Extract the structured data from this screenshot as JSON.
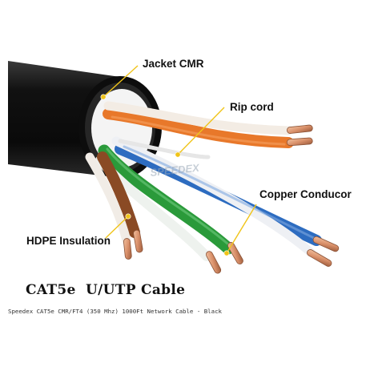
{
  "callouts": {
    "jacket": "Jacket CMR",
    "rip_cord": "Rip cord",
    "copper": "Copper Conducor",
    "hdpe": "HDPE Insulation"
  },
  "title": "CAT5e  U/UTP Cable",
  "caption": "Speedex CAT5e CMR/FT4 (350 Mhz) 1000Ft Network Cable - Black",
  "watermark": "SPEEDEX",
  "colors": {
    "jacket": "#121212",
    "orange": "#e8782a",
    "blue": "#2d6cc0",
    "green": "#2a9a3a",
    "brown": "#8a4a24",
    "copper": "#d9906a",
    "callout_line": "#f0c419"
  }
}
